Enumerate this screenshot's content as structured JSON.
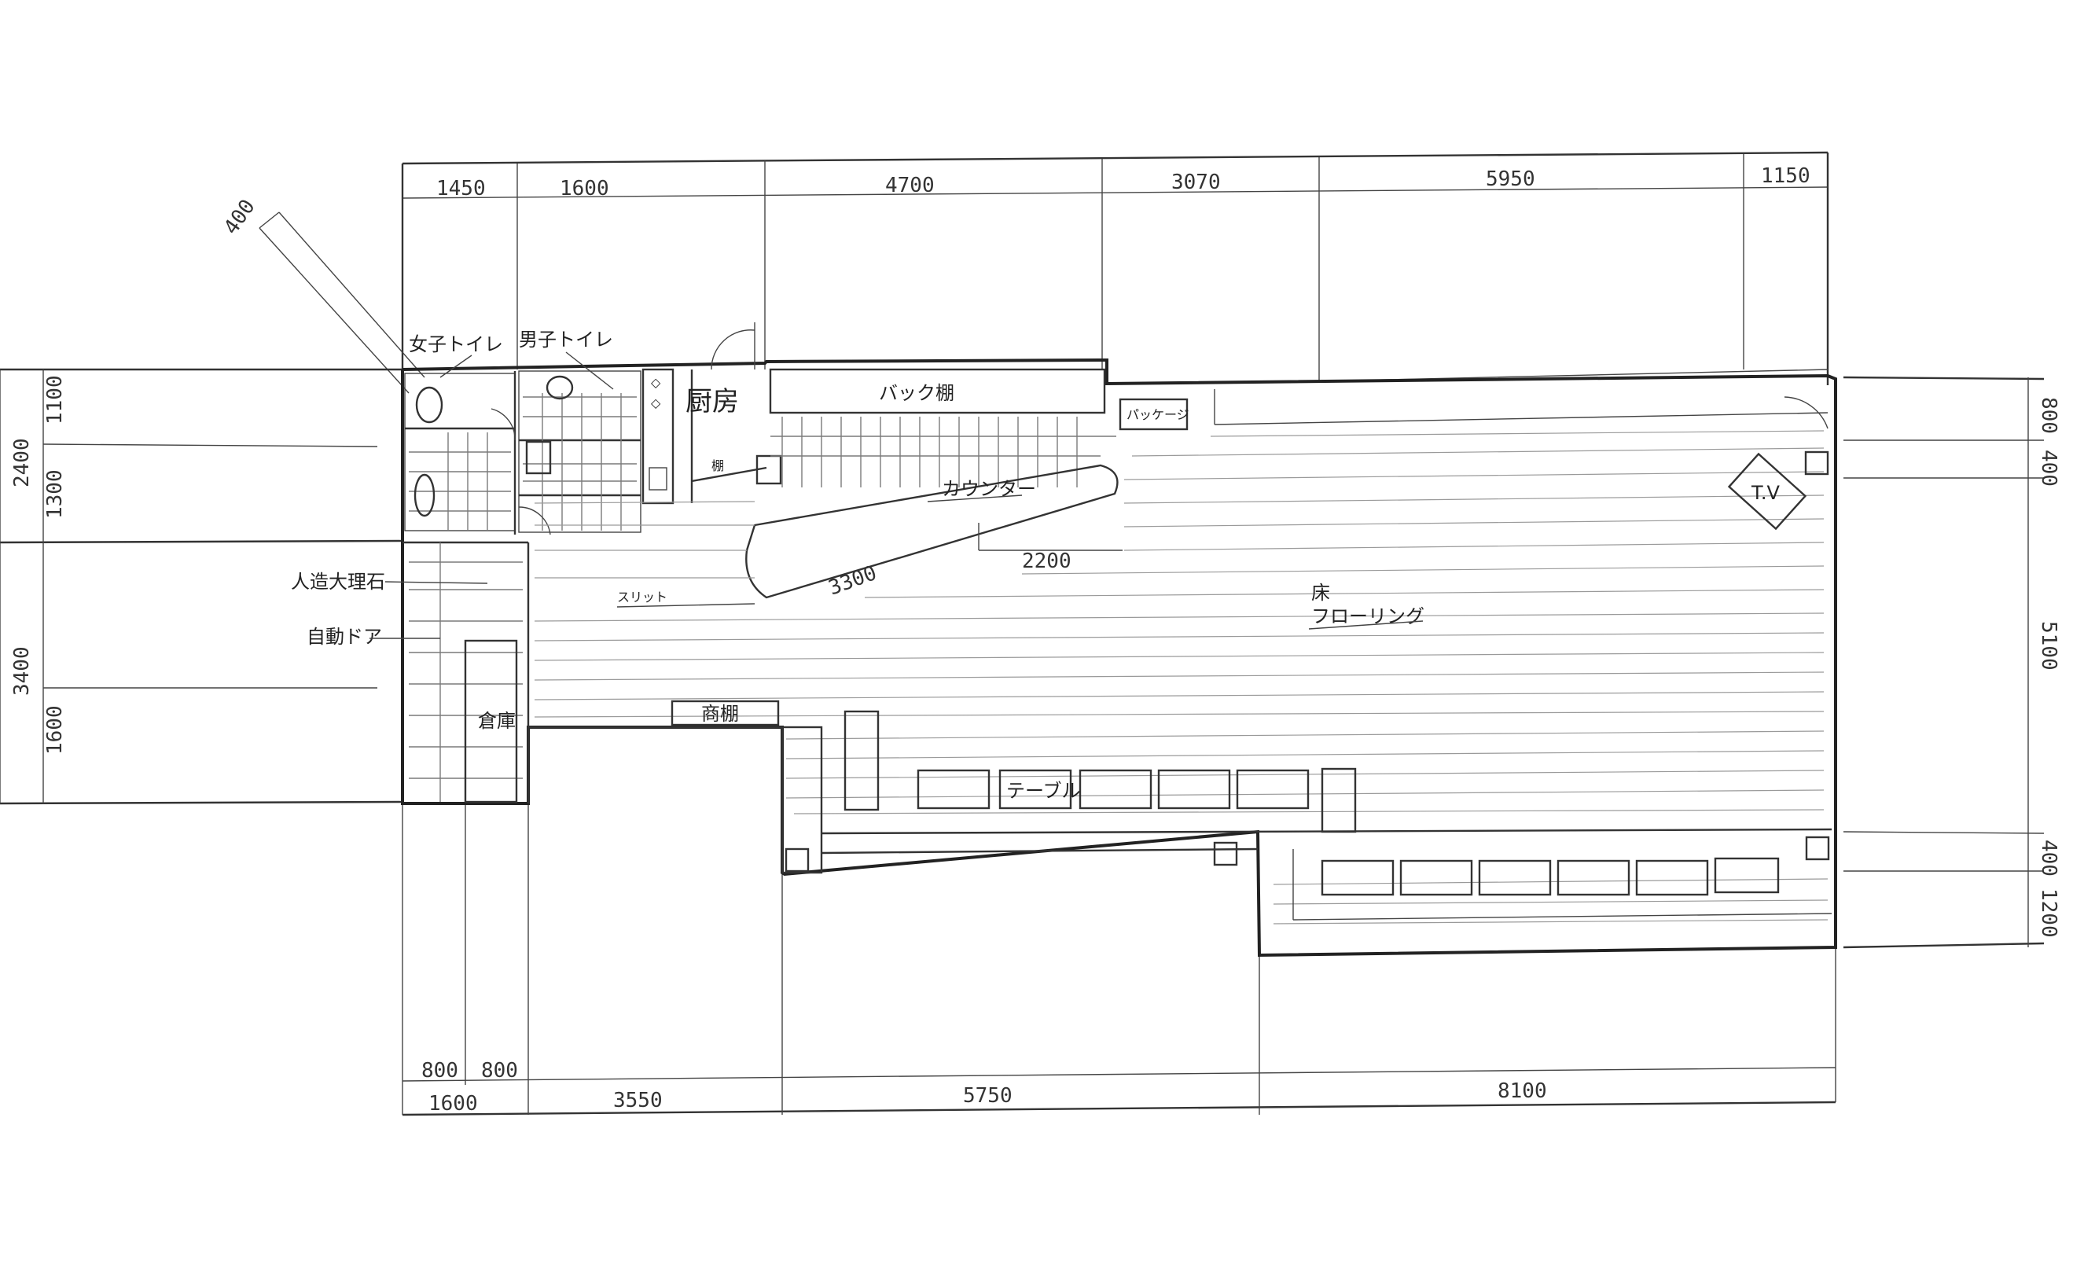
{
  "dimensions": {
    "top": [
      "1450",
      "1600",
      "4700",
      "3070",
      "5950",
      "1150"
    ],
    "bottom": [
      "1600",
      "3550",
      "5750",
      "8100"
    ],
    "bottom_sub": [
      "800",
      "800"
    ],
    "left": [
      "2400",
      "1100",
      "1300",
      "3400",
      "1600"
    ],
    "right": [
      "800",
      "400",
      "5100",
      "400",
      "1200"
    ],
    "diag": "400",
    "counter_len": "3300",
    "counter_depth": "2200"
  },
  "labels": {
    "womens_toilet": "女子トイレ",
    "mens_toilet": "男子トイレ",
    "kitchen": "厨房",
    "back_shelf": "バック棚",
    "packages": "パッケージ",
    "counter": "カウンター",
    "shelf_small": "棚",
    "marble": "人造大理石",
    "auto_door": "自動ドア",
    "slit": "スリット",
    "floor": "床",
    "flooring": "フローリング",
    "display_shelf": "商棚",
    "storage": "倉庫",
    "tv": "T.V",
    "table": "テーブル"
  }
}
